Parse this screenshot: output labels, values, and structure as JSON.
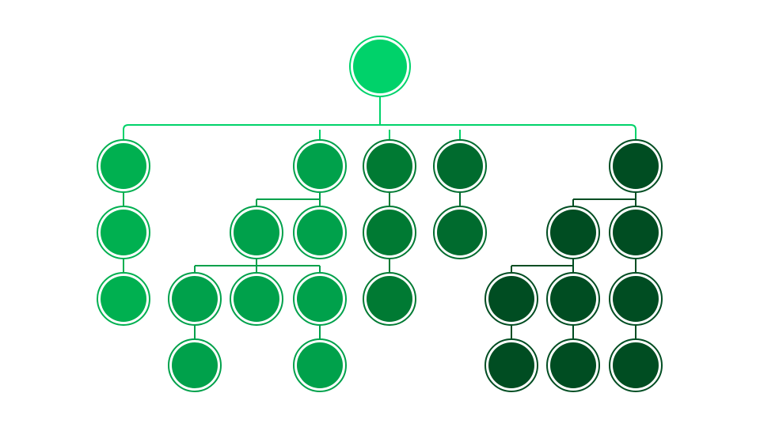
{
  "diagram": {
    "type": "tree",
    "colors": {
      "root": "#00d26a",
      "branch_a": "#00b050",
      "branch_b": "#00a14b",
      "branch_c": "#007a33",
      "branch_d": "#006b2e",
      "branch_e": "#004d22",
      "connector": "#00d26a",
      "connector_dark": "#0b5a2c"
    },
    "nodes": [
      {
        "id": "root",
        "parent": null,
        "color": "root"
      },
      {
        "id": "a1",
        "parent": "root",
        "color": "branch_a"
      },
      {
        "id": "a2",
        "parent": "a1",
        "color": "branch_a"
      },
      {
        "id": "a3",
        "parent": "a2",
        "color": "branch_a"
      },
      {
        "id": "b1",
        "parent": "root",
        "color": "branch_b"
      },
      {
        "id": "b2",
        "parent": "b1",
        "color": "branch_b"
      },
      {
        "id": "b3",
        "parent": "b1",
        "color": "branch_b"
      },
      {
        "id": "b4",
        "parent": "b2",
        "color": "branch_b"
      },
      {
        "id": "b5",
        "parent": "b2",
        "color": "branch_b"
      },
      {
        "id": "b6",
        "parent": "b2",
        "color": "branch_b"
      },
      {
        "id": "b7",
        "parent": "b4",
        "color": "branch_b"
      },
      {
        "id": "b8",
        "parent": "b6",
        "color": "branch_b"
      },
      {
        "id": "c1",
        "parent": "root",
        "color": "branch_c"
      },
      {
        "id": "c2",
        "parent": "c1",
        "color": "branch_c"
      },
      {
        "id": "c3",
        "parent": "c2",
        "color": "branch_c"
      },
      {
        "id": "d1",
        "parent": "root",
        "color": "branch_d"
      },
      {
        "id": "d2",
        "parent": "d1",
        "color": "branch_d"
      },
      {
        "id": "e1",
        "parent": "root",
        "color": "branch_e"
      },
      {
        "id": "e2",
        "parent": "e1",
        "color": "branch_e"
      },
      {
        "id": "e3",
        "parent": "e1",
        "color": "branch_e"
      },
      {
        "id": "e4",
        "parent": "e2",
        "color": "branch_e"
      },
      {
        "id": "e5",
        "parent": "e2",
        "color": "branch_e"
      },
      {
        "id": "e6",
        "parent": "e3",
        "color": "branch_e"
      },
      {
        "id": "e7",
        "parent": "e4",
        "color": "branch_e"
      },
      {
        "id": "e8",
        "parent": "e5",
        "color": "branch_e"
      },
      {
        "id": "e9",
        "parent": "e6",
        "color": "branch_e"
      }
    ]
  }
}
